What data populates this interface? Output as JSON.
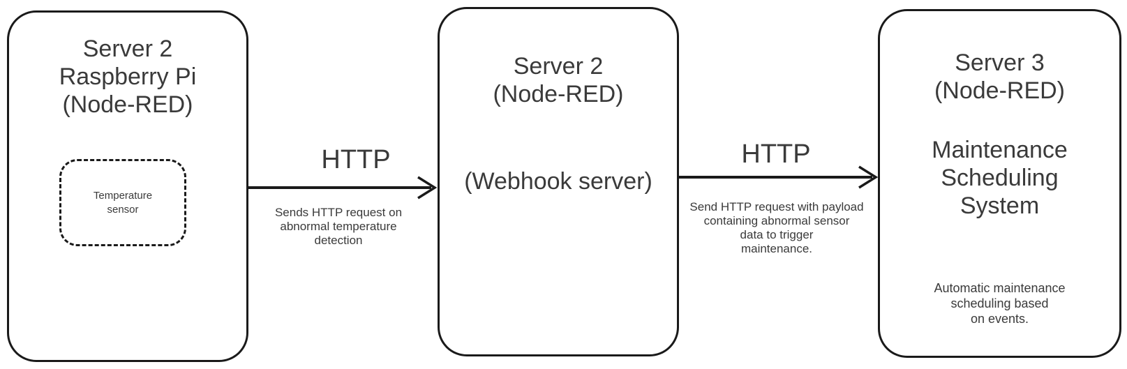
{
  "diagram": {
    "colors": {
      "background": "#ffffff",
      "stroke": "#1a1a1a",
      "text": "#3a3a3a"
    },
    "boxes": {
      "left": {
        "title": "Server 2\nRaspberry Pi\n(Node-RED)",
        "sensor_label": "Temperature\nsensor"
      },
      "middle": {
        "title": "Server 2\n(Node-RED)",
        "subtitle": "(Webhook server)"
      },
      "right": {
        "title": "Server 3\n(Node-RED)",
        "subtitle": "Maintenance\nScheduling\nSystem",
        "note": "Automatic maintenance\nscheduling based\non events."
      }
    },
    "arrows": {
      "first": {
        "protocol": "HTTP",
        "description": "Sends HTTP request on\nabnormal temperature\ndetection"
      },
      "second": {
        "protocol": "HTTP",
        "description": "Send HTTP request with payload\ncontaining abnormal sensor\ndata to trigger\nmaintenance."
      }
    }
  }
}
